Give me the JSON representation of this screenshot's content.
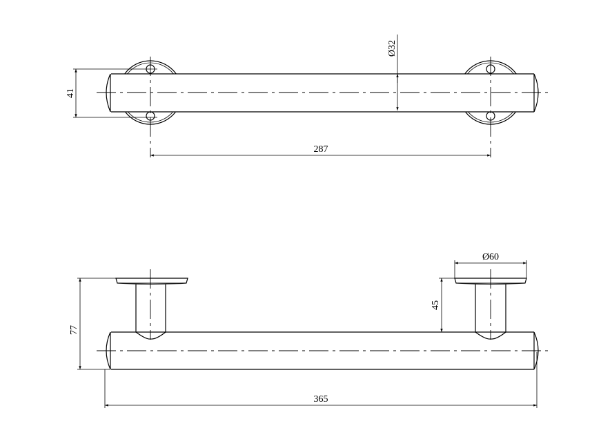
{
  "drawing": {
    "top_view": {
      "dim_width": "41",
      "dim_diameter_tube": "Ø32",
      "dim_hole_spacing": "287"
    },
    "side_view": {
      "dim_height": "77",
      "dim_projection": "45",
      "dim_diameter_flange": "Ø60",
      "dim_length": "365"
    }
  }
}
